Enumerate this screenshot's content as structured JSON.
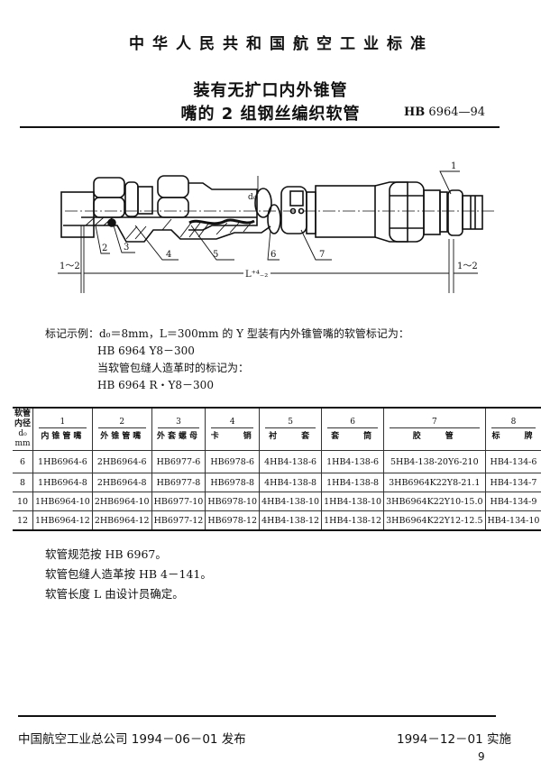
{
  "header": {
    "standard_title": "中华人民共和国航空工业标准",
    "doc_title_line1": "装有无扩口内外锥管",
    "doc_title_line2": "嘴的 2 组钢丝编织软管",
    "doc_code_prefix": "HB",
    "doc_code": "6964—94"
  },
  "drawing": {
    "callouts": [
      "1",
      "2",
      "3",
      "4",
      "5",
      "6",
      "7"
    ],
    "dim_left": "1～2",
    "dim_right": "1～2",
    "dim_length": "L⁺⁴₋₂",
    "dim_diameter": "d₀"
  },
  "example": {
    "line1": "标记示例：d₀＝8mm，L＝300mm 的 Y 型装有内外锥管嘴的软管标记为：",
    "line2": "HB 6964  Y8－300",
    "line3": "当软管包缝人造革时的标记为：",
    "line4": "HB 6964  R・Y8－300"
  },
  "table": {
    "first_header": [
      "软管",
      "内径",
      "d₀",
      "mm"
    ],
    "columns": [
      {
        "num": "1",
        "label": "内锥管嘴"
      },
      {
        "num": "2",
        "label": "外锥管嘴"
      },
      {
        "num": "3",
        "label": "外套螺母"
      },
      {
        "num": "4",
        "label": "卡　　销"
      },
      {
        "num": "5",
        "label": "衬　　套"
      },
      {
        "num": "6",
        "label": "套　　筒"
      },
      {
        "num": "7",
        "label": "胶　　管"
      },
      {
        "num": "8",
        "label": "标　　牌"
      }
    ],
    "rows": [
      [
        "6",
        "1HB6964-6",
        "2HB6964-6",
        "HB6977-6",
        "HB6978-6",
        "4HB4-138-6",
        "1HB4-138-6",
        "5HB4-138-20Y6-210",
        "HB4-134-6"
      ],
      [
        "8",
        "1HB6964-8",
        "2HB6964-8",
        "HB6977-8",
        "HB6978-8",
        "4HB4-138-8",
        "1HB4-138-8",
        "3HB6964K22Y8-21.1",
        "HB4-134-7"
      ],
      [
        "10",
        "1HB6964-10",
        "2HB6964-10",
        "HB6977-10",
        "HB6978-10",
        "4HB4-138-10",
        "1HB4-138-10",
        "3HB6964K22Y10-15.0",
        "HB4-134-9"
      ],
      [
        "12",
        "1HB6964-12",
        "2HB6964-12",
        "HB6977-12",
        "HB6978-12",
        "4HB4-138-12",
        "1HB4-138-12",
        "3HB6964K22Y12-12.5",
        "HB4-134-10"
      ]
    ]
  },
  "notes": [
    "软管规范按 HB 6967。",
    "软管包缝人造革按 HB 4－141。",
    "软管长度 L 由设计员确定。"
  ],
  "footer": {
    "issuer": "中国航空工业总公司 1994－06－01 发布",
    "effective": "1994－12－01 实施",
    "page_number": "9"
  }
}
